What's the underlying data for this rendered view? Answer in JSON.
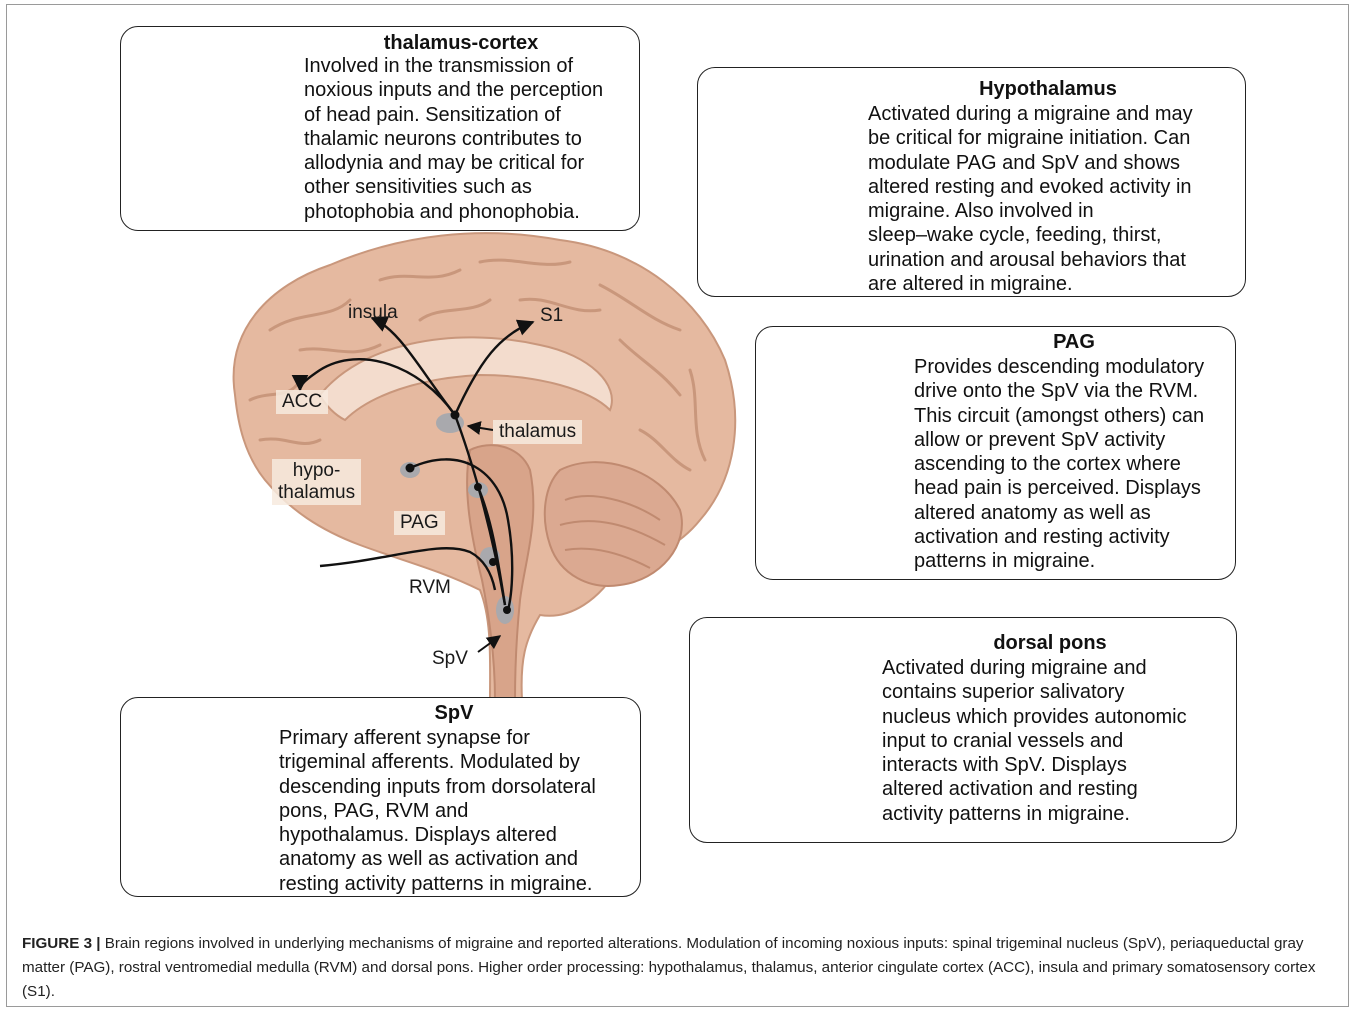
{
  "boxes": {
    "thalamus_cortex": {
      "title": "thalamus-cortex",
      "text": "Involved in the transmission of\nnoxious inputs and the perception\nof head pain. Sensitization of\nthalamic neurons contributes to\nallodynia and may be critical for\nother sensitivities such as\nphotophobia and phonophobia."
    },
    "hypothalamus": {
      "title": "Hypothalamus",
      "text": "Activated during a migraine and may\nbe critical for migraine initiation. Can\nmodulate PAG and SpV and shows\naltered resting and evoked activity in\nmigraine. Also involved in\nsleep–wake cycle, feeding, thirst,\nurination and arousal behaviors that\nare altered in migraine."
    },
    "pag": {
      "title": "PAG",
      "text": "Provides descending modulatory\ndrive onto the SpV via the RVM.\nThis circuit (amongst others) can\nallow or prevent SpV activity\nascending to the cortex where\nhead pain is perceived. Displays\naltered anatomy as well as\nactivation and resting activity\npatterns in migraine."
    },
    "dorsal_pons": {
      "title": "dorsal pons",
      "text": "Activated during migraine and\ncontains superior salivatory\nnucleus which provides autonomic\ninput to cranial vessels and\ninteracts with SpV. Displays\naltered activation and resting\nactivity patterns in migraine."
    },
    "spv": {
      "title": "SpV",
      "text": "Primary afferent synapse for\ntrigeminal afferents. Modulated by\ndescending inputs from dorsolateral\npons, PAG, RVM and\nhypothalamus. Displays altered\nanatomy as well as activation and\nresting activity patterns in migraine."
    }
  },
  "brain_labels": {
    "insula": "insula",
    "s1": "S1",
    "acc": "ACC",
    "thalamus": "thalamus",
    "hypothalamus": "hypo-\nthalamus",
    "pag": "PAG",
    "rvm": "RVM",
    "spv": "SpV"
  },
  "caption": {
    "label": "FIGURE 3 |",
    "text": " Brain regions involved in underlying mechanisms of migraine and reported alterations. Modulation of incoming noxious inputs: spinal trigeminal nucleus (SpV), periaqueductal gray matter (PAG), rostral ventromedial medulla (RVM) and dorsal pons. Higher order processing: hypothalamus, thalamus, anterior cingulate cortex (ACC), insula and primary somatosensory cortex (S1)."
  },
  "colors": {
    "brain_fill": "#e5b9a0",
    "brain_dark": "#c9977c",
    "brain_light": "#f3dccd",
    "highlight": "#a9a9ad",
    "box_border": "#222222"
  }
}
